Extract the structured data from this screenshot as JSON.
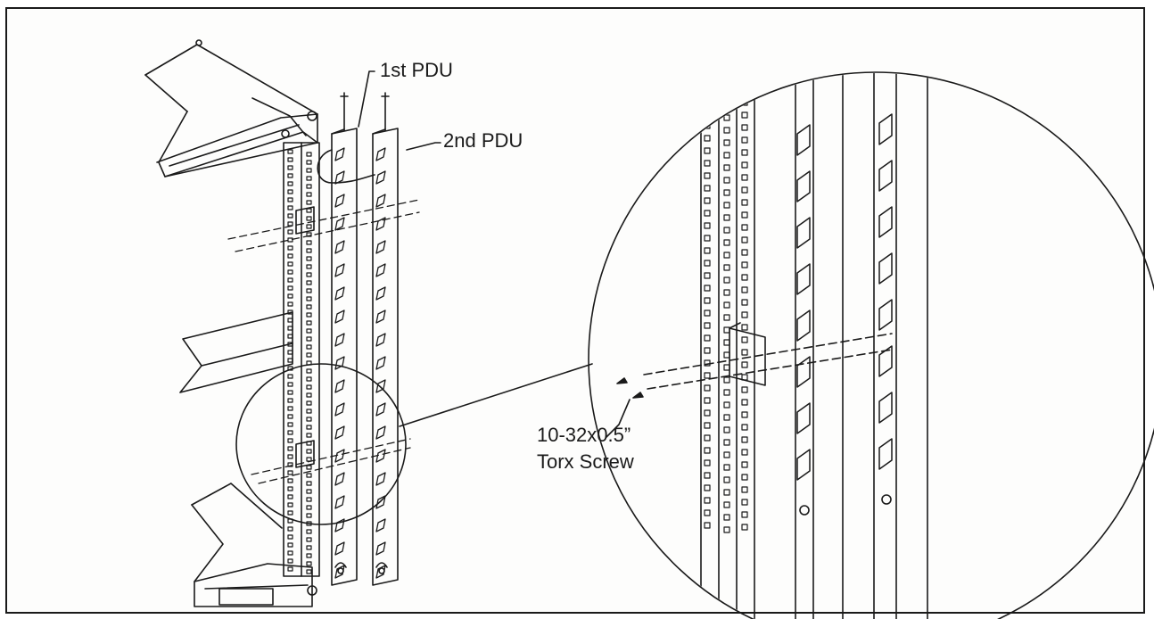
{
  "labels": {
    "first_pdu": "1st PDU",
    "second_pdu": "2nd PDU",
    "screw_spec": "10-32x0.5”",
    "screw_type": "Torx Screw"
  },
  "colors": {
    "line": "#1a1a1a",
    "paper": "#fdfdfc"
  }
}
